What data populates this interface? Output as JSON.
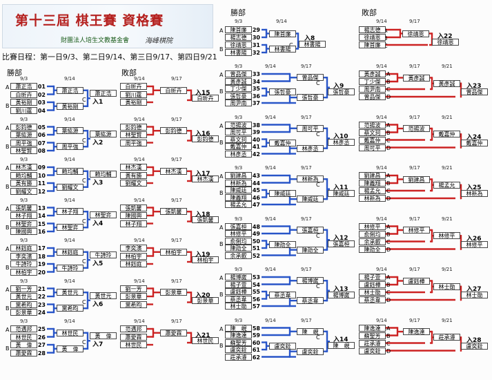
{
  "banner": {
    "title": "第十三屆 棋王賽 資格賽",
    "org": "財團法人培生文教基金會",
    "logo": "海峰棋院"
  },
  "schedule": "比賽日程：第一日9/3、第二日9/14、第三日9/17、第四日9/21",
  "sections": {
    "win": "勝部",
    "lose": "敗部"
  },
  "dates": {
    "d1": "9/3",
    "d2": "9/14",
    "d3": "9/17",
    "d4": "9/21"
  },
  "letters": {
    "A": "A",
    "B": "B",
    "C": "C",
    "D": "D"
  },
  "colors": {
    "win": "#2855c8",
    "lose": "#cc2222",
    "box": "#444444"
  },
  "win_left": [
    {
      "id": "入1",
      "players": [
        {
          "s": "01",
          "n": "蕭正浩"
        },
        {
          "s": "02",
          "n": "白昕卉"
        },
        {
          "s": "03",
          "n": "黃裕剛"
        },
        {
          "s": "04",
          "n": "劉川霆"
        }
      ],
      "r1": [
        "蕭正浩",
        "黃裕剛"
      ],
      "r2": "蕭正浩"
    },
    {
      "id": "入2",
      "players": [
        {
          "s": "05",
          "n": "彭鈞德"
        },
        {
          "s": "06",
          "n": "葉紘源"
        },
        {
          "s": "07",
          "n": "周平強"
        },
        {
          "s": "08",
          "n": "林聖賢"
        }
      ],
      "r1": [
        "葉紘源",
        "周平強"
      ],
      "r2": "葉紘源"
    },
    {
      "id": "入3",
      "players": [
        {
          "s": "09",
          "n": "林杰漢"
        },
        {
          "s": "10",
          "n": "賴均輔"
        },
        {
          "s": "11",
          "n": "黃有勝"
        },
        {
          "s": "12",
          "n": "劉耀文"
        }
      ],
      "r1": [
        "賴均輔",
        "劉耀文"
      ],
      "r2": "賴均輔"
    },
    {
      "id": "入4",
      "players": [
        {
          "s": "13",
          "n": "張凱馨"
        },
        {
          "s": "14",
          "n": "林子翔"
        },
        {
          "s": "15",
          "n": "林聖弈"
        },
        {
          "s": "16",
          "n": "陳國興"
        }
      ],
      "r1": [
        "林子翔",
        "林聖弈"
      ],
      "r2": "林聖弈"
    },
    {
      "id": "入5",
      "players": [
        {
          "s": "17",
          "n": "林鈺庭"
        },
        {
          "s": "18",
          "n": "李奕濱"
        },
        {
          "s": "19",
          "n": "牛詩玲"
        },
        {
          "s": "20",
          "n": "林柏宇"
        }
      ],
      "r1": [
        "林鈺庭",
        "牛詩玲"
      ],
      "r2": "牛詩玲"
    },
    {
      "id": "入6",
      "players": [
        {
          "s": "21",
          "n": "劉一芳"
        },
        {
          "s": "22",
          "n": "黃世元"
        },
        {
          "s": "23",
          "n": "黨希昀"
        },
        {
          "s": "24",
          "n": "彭景華"
        }
      ],
      "r1": [
        "黃世元",
        "黨希昀"
      ],
      "r2": "黃世元"
    },
    {
      "id": "入7",
      "players": [
        {
          "s": "25",
          "n": "范遇邦"
        },
        {
          "s": "26",
          "n": "林世民"
        },
        {
          "s": "27",
          "n": "黃　偉"
        },
        {
          "s": "28",
          "n": "蕭愛霖"
        }
      ],
      "r1": [
        "林世民",
        "黃　偉"
      ],
      "r2": "黃　偉"
    }
  ],
  "lose_left": [
    {
      "id": "入15",
      "players": [
        "白昕卉",
        "劉川霆",
        "黃裕剛"
      ],
      "r1": "白昕卉",
      "r2": "白昕卉"
    },
    {
      "id": "入16",
      "players": [
        "彭鈞德",
        "林聖賢",
        "周平強"
      ],
      "r1": "彭鈞德",
      "r2": "彭鈞德"
    },
    {
      "id": "入17",
      "players": [
        "林杰漢",
        "黃有勝",
        "劉耀文"
      ],
      "r1": "林杰漢",
      "r2": "林杰漢"
    },
    {
      "id": "入18",
      "players": [
        "張凱馨",
        "陳國興",
        "林子翔"
      ],
      "r1": "張凱馨",
      "r2": "張凱馨"
    },
    {
      "id": "入19",
      "players": [
        "李奕濱",
        "林柏宇",
        "林鈺庭"
      ],
      "r1": "林柏宇",
      "r2": "林柏宇"
    },
    {
      "id": "入20",
      "players": [
        "劉一芳",
        "彭景華",
        "黨希昀"
      ],
      "r1": "彭景華",
      "r2": "彭景華"
    },
    {
      "id": "入21",
      "players": [
        "范遇邦",
        "蕭愛霖",
        "林世民"
      ],
      "r1": "蕭愛霖",
      "r2": "林世民"
    }
  ],
  "win_right_small": {
    "id": "入8",
    "players": [
      {
        "s": "29",
        "n": "陳首廉"
      },
      {
        "s": "30",
        "n": "楊志德"
      },
      {
        "s": "31",
        "n": "徐靖恩"
      },
      {
        "s": "32",
        "n": "林書陽"
      }
    ],
    "r1": [
      "陳首廉",
      "林書陽"
    ],
    "r2": "林書陽"
  },
  "win_right": [
    {
      "id": "入9",
      "players": [
        {
          "s": "33",
          "n": "曾品傑"
        },
        {
          "s": "34",
          "n": "黃彥誠"
        },
        {
          "s": "35",
          "n": "丁少傑"
        },
        {
          "s": "36",
          "n": "張哲豪"
        },
        {
          "s": "37",
          "n": "周尹南"
        }
      ],
      "r1": [
        "張哲豪"
      ],
      "r2": [
        "曾品傑",
        "張哲豪"
      ],
      "r3": "張哲豪"
    },
    {
      "id": "入10",
      "players": [
        {
          "s": "38",
          "n": "范揚波"
        },
        {
          "s": "39",
          "n": "周可平"
        },
        {
          "s": "40",
          "n": "蔡文珂"
        },
        {
          "s": "41",
          "n": "戴嘉仲"
        },
        {
          "s": "42",
          "n": "林彥丞"
        }
      ],
      "r1": [
        "戴嘉仲"
      ],
      "r2": [
        "周可平",
        "林彥丞"
      ],
      "r3": "林彥丞"
    },
    {
      "id": "入11",
      "players": [
        {
          "s": "43",
          "n": "劉建昌"
        },
        {
          "s": "44",
          "n": "林新為"
        },
        {
          "s": "45",
          "n": "陳威廷"
        },
        {
          "s": "46",
          "n": "陳義翔"
        },
        {
          "s": "47",
          "n": "楊孟允"
        }
      ],
      "r1": [
        "陳威廷"
      ],
      "r2": [
        "林新為",
        "陳威廷"
      ],
      "r3": "陳威廷"
    },
    {
      "id": "入12",
      "players": [
        {
          "s": "48",
          "n": "張嘉桓"
        },
        {
          "s": "49",
          "n": "林修平"
        },
        {
          "s": "50",
          "n": "俞俐均"
        },
        {
          "s": "51",
          "n": "陳劭全"
        },
        {
          "s": "52",
          "n": "余承叡"
        }
      ],
      "r1": [
        "陳劭全"
      ],
      "r2": [
        "張嘉桓",
        "陳劭全"
      ],
      "r3": "張嘉桓"
    },
    {
      "id": "入13",
      "players": [
        {
          "s": "53",
          "n": "楊博崴"
        },
        {
          "s": "54",
          "n": "楊子萱"
        },
        {
          "s": "55",
          "n": "盧鈺樺"
        },
        {
          "s": "56",
          "n": "蔡丞韋"
        },
        {
          "s": "57",
          "n": "林士勛"
        }
      ],
      "r1": [
        "蔡丞韋"
      ],
      "r2": [
        "楊博崴",
        "蔡丞韋"
      ],
      "r3": "楊博崴"
    },
    {
      "id": "入14",
      "players": [
        {
          "s": "58",
          "n": "陳　峴"
        },
        {
          "s": "59",
          "n": "陳逸達"
        },
        {
          "s": "60",
          "n": "蘇聖芳"
        },
        {
          "s": "61",
          "n": "盧奕銓"
        },
        {
          "s": "62",
          "n": "莊承濬"
        }
      ],
      "r1": [
        "盧奕銓"
      ],
      "r2": [
        "陳　峴",
        "盧奕銓"
      ],
      "r3": "陳　峴"
    }
  ],
  "lose_right_small": {
    "id": "入22",
    "players": [
      "楊志德",
      "徐靖恩",
      "陳首廉"
    ],
    "r1": "徐靖恩",
    "r2": "徐靖恩"
  },
  "lose_right": [
    {
      "id": "入23",
      "players": [
        "黃彥誠",
        "丁少傑",
        "周尹南",
        "曾品傑"
      ],
      "r1": [
        "黃彥誠"
      ],
      "r2": "黃彥誠",
      "r3": "曾品傑"
    },
    {
      "id": "入24",
      "players": [
        "范揚波",
        "蔡文珂",
        "戴嘉仲",
        "周可平"
      ],
      "r1": [
        "范揚波"
      ],
      "r2": "戴嘉仲",
      "r3": "戴嘉仲"
    },
    {
      "id": "入25",
      "players": [
        "劉建昌",
        "陳義翔",
        "楊孟允",
        "林新為"
      ],
      "r1": [
        "劉建昌"
      ],
      "r2": "楊孟允",
      "r3": "林新為"
    },
    {
      "id": "入26",
      "players": [
        "林修平",
        "俞俐均",
        "余承叡",
        "陳劭全"
      ],
      "r1": [
        "林修平"
      ],
      "r2": "林修平",
      "r3": "林修平"
    },
    {
      "id": "入27",
      "players": [
        "楊子萱",
        "盧鈺樺",
        "林士勛",
        "蔡丞韋"
      ],
      "r1": [
        "盧鈺樺"
      ],
      "r2": "林士勛",
      "r3": "林士勛"
    },
    {
      "id": "入28",
      "players": [
        "陳逸達",
        "蘇聖芳",
        "莊承濬",
        "盧奕銓"
      ],
      "r1": [
        "陳逸達"
      ],
      "r2": "莊承濬",
      "r3": "盧奕銓"
    }
  ]
}
